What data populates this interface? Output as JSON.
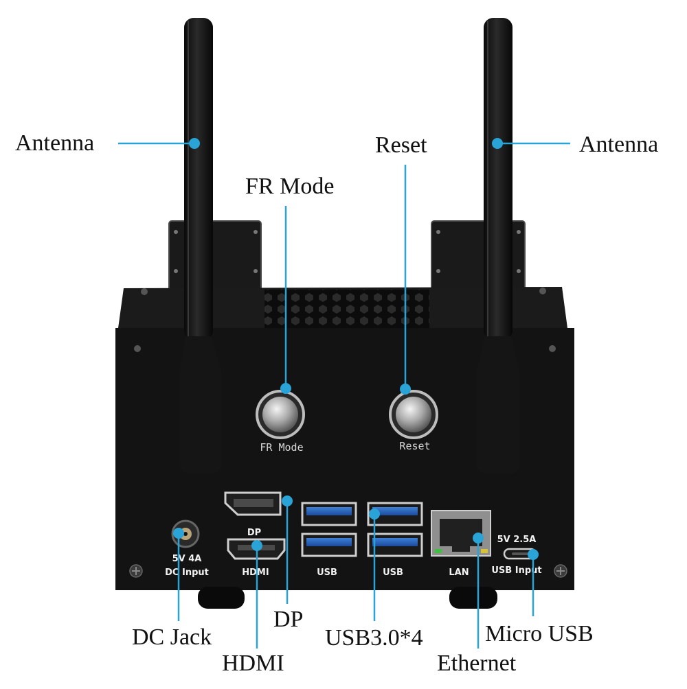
{
  "callouts": {
    "antenna_left": "Antenna",
    "antenna_right": "Antenna",
    "reset": "Reset",
    "fr_mode": "FR Mode",
    "dp": "DP",
    "dc_jack": "DC Jack",
    "usb": "USB3.0*4",
    "micro_usb": "Micro USB",
    "hdmi": "HDMI",
    "ethernet": "Ethernet"
  },
  "panel": {
    "fr_mode": "FR Mode",
    "reset": "Reset",
    "dp": "DP",
    "hdmi": "HDMI",
    "usb_left": "USB",
    "usb_right": "USB",
    "lan": "LAN",
    "dc_rating": "5V 4A",
    "dc_input": "DC Input",
    "usb_rating": "5V 2.5A",
    "usb_input": "USB Input"
  },
  "colors": {
    "leader": "#2aa3d6",
    "chassis": "#131313",
    "text": "#111111"
  }
}
